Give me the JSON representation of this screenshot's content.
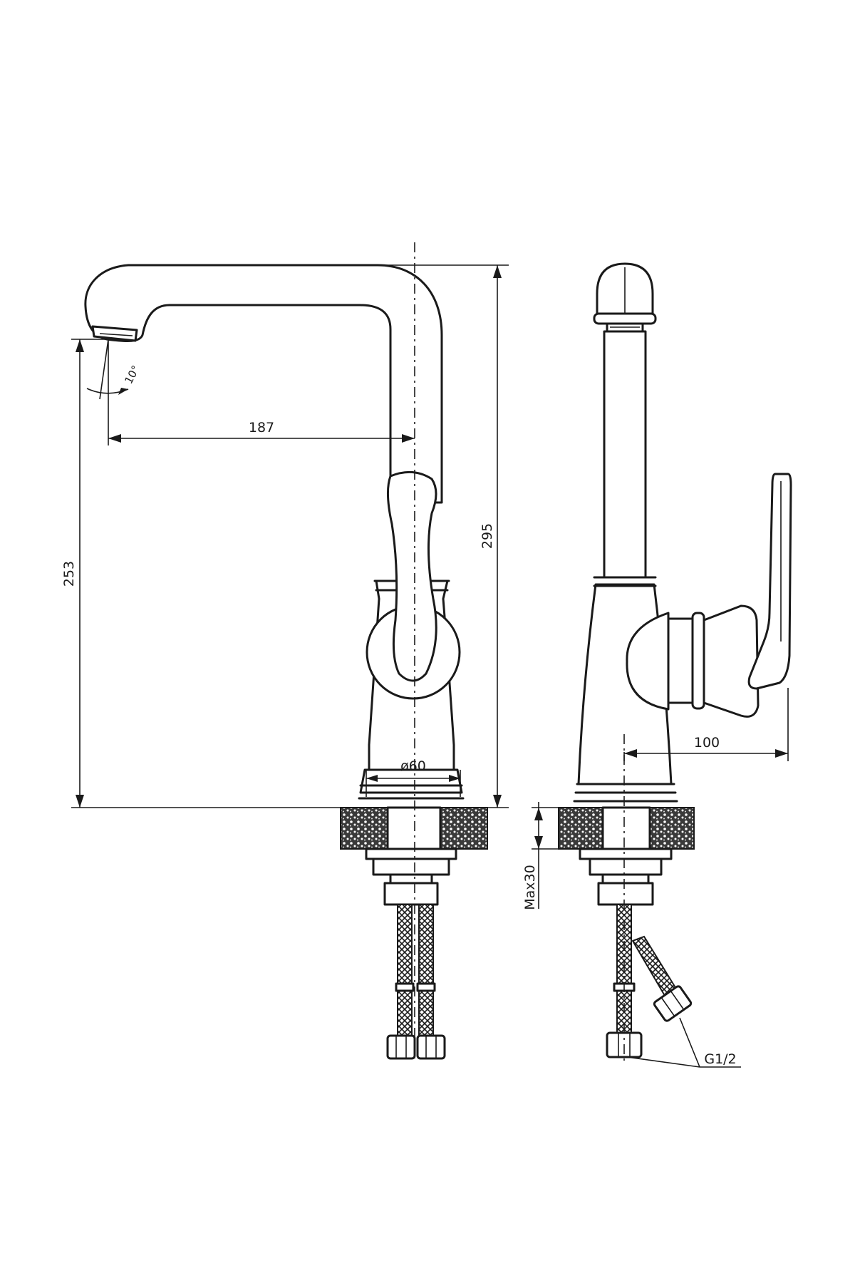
{
  "dimensions": {
    "spout_reach": "187",
    "spout_height": "253",
    "total_height": "295",
    "base_diameter": "ø60",
    "handle_reach": "100",
    "max_counter_thickness": "Max30",
    "connection_thread": "G1/2",
    "spout_angle": "10°"
  }
}
